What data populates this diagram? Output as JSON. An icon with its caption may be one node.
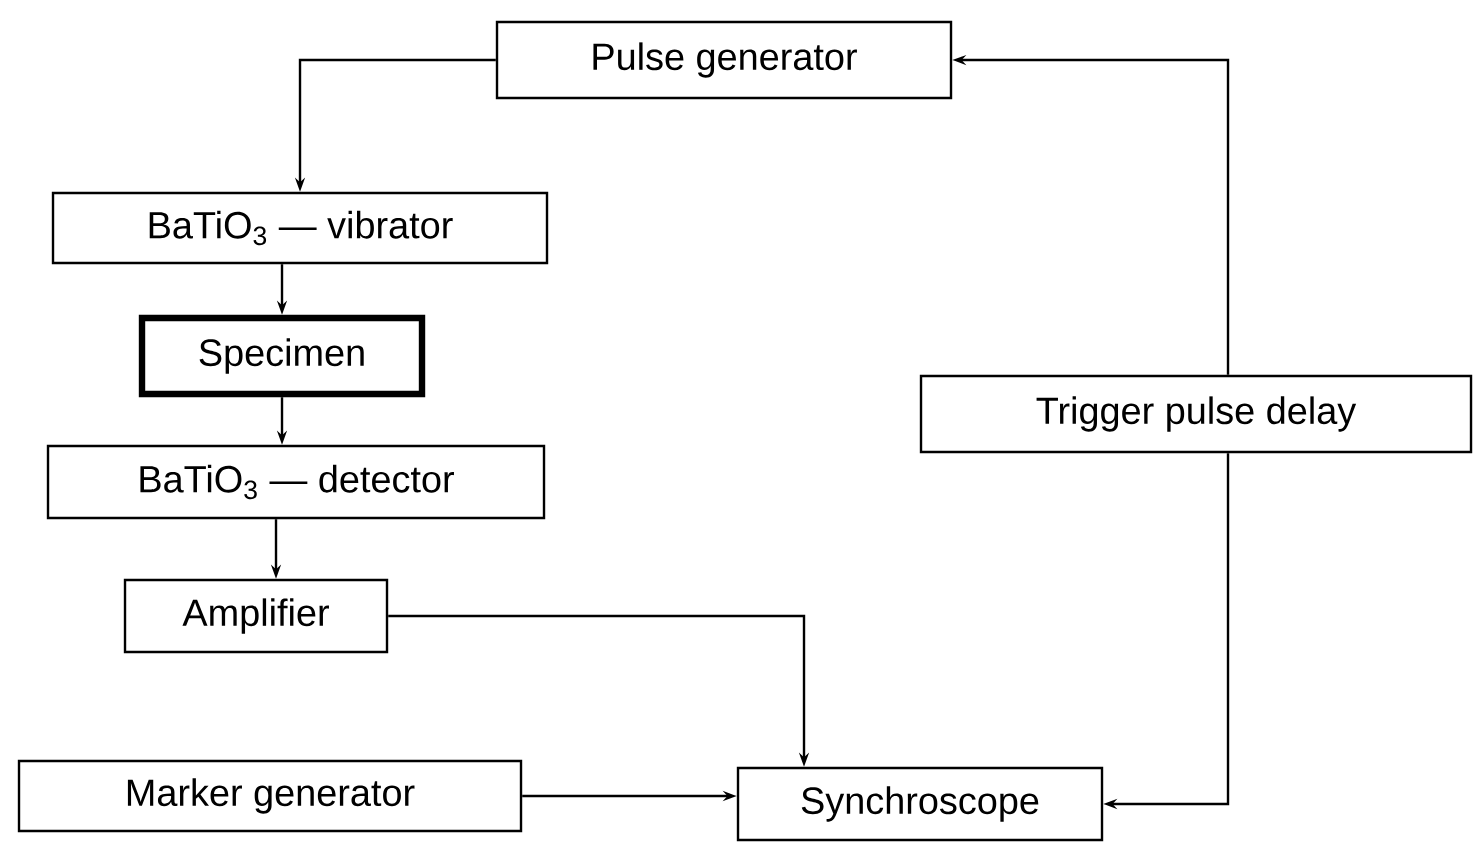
{
  "diagram": {
    "nodes": [
      {
        "text": [
          "Pulse generator"
        ]
      },
      {
        "text": [
          "BaTiO$_{3}$ — vibrator"
        ]
      },
      {
        "text": [
          "Specimen"
        ]
      },
      {
        "text": [
          "BaTiO$_{3}$ — detector"
        ]
      },
      {
        "text": [
          "Amplifier"
        ]
      },
      {
        "text": [
          "Trigger pulse delay"
        ]
      },
      {
        "text": [
          "Marker generator"
        ]
      },
      {
        "text": [
          "Synchroscope"
        ]
      }
    ],
    "edges": [
      {
        "from": 0,
        "to": 1,
        "arrow": "to"
      },
      {
        "from": 1,
        "to": 2,
        "arrow": "to"
      },
      {
        "from": 2,
        "to": 3,
        "arrow": "to"
      },
      {
        "from": 3,
        "to": 4,
        "arrow": "to"
      },
      {
        "from": 4,
        "to": 7,
        "arrow": "to"
      },
      {
        "from": 6,
        "to": 7,
        "arrow": "to"
      },
      {
        "from": 5,
        "to": 7,
        "arrow": "to"
      },
      {
        "from": 5,
        "to": 0,
        "arrow": "to"
      }
    ]
  }
}
